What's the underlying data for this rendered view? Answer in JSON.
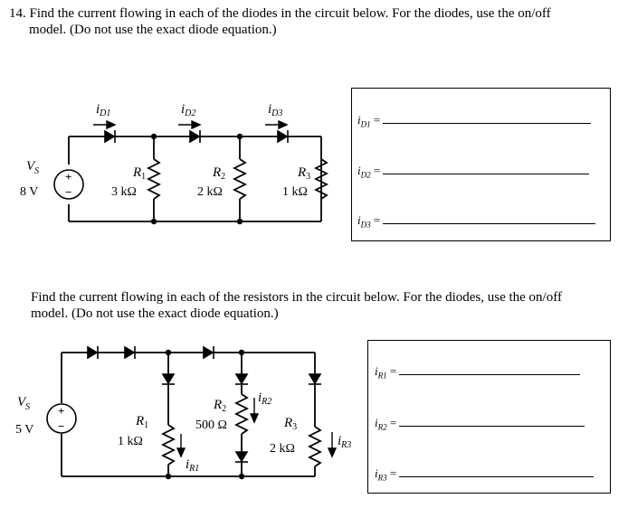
{
  "problem1": {
    "number": "14.",
    "text_line1": "Find the current flowing in each of the diodes in the circuit below.  For the diodes, use the on/off",
    "text_line2": "model.  (Do not use the exact diode equation.)",
    "circuit": {
      "source_label": "V",
      "source_sub": "S",
      "source_value": "8 V",
      "plus": "+",
      "minus": "−",
      "diode_labels": [
        {
          "sym": "i",
          "sub": "D1"
        },
        {
          "sym": "i",
          "sub": "D2"
        },
        {
          "sym": "i",
          "sub": "D3"
        }
      ],
      "resistors": [
        {
          "sym": "R",
          "sub": "1",
          "value": "3 kΩ"
        },
        {
          "sym": "R",
          "sub": "2",
          "value": "2 kΩ"
        },
        {
          "sym": "R",
          "sub": "3",
          "value": "1 kΩ"
        }
      ]
    },
    "answers": [
      {
        "label": "i",
        "sub": "D1",
        "eq": " ="
      },
      {
        "label": "i",
        "sub": "D2",
        "eq": " ="
      },
      {
        "label": "i",
        "sub": "D3",
        "eq": " ="
      }
    ]
  },
  "problem2": {
    "text_line1": "Find the current flowing in each of the resistors in the circuit below.  For the diodes, use the on/off",
    "text_line2": "model.  (Do not use the exact diode equation.)",
    "circuit": {
      "source_label": "V",
      "source_sub": "S",
      "source_value": "5 V",
      "plus": "+",
      "minus": "−",
      "resistors": [
        {
          "sym": "R",
          "sub": "1",
          "value": "1 kΩ"
        },
        {
          "sym": "R",
          "sub": "2",
          "value": "500 Ω"
        },
        {
          "sym": "R",
          "sub": "3",
          "value": "2 kΩ"
        }
      ],
      "current_labels": [
        {
          "sym": "i",
          "sub": "R1"
        },
        {
          "sym": "i",
          "sub": "R2"
        },
        {
          "sym": "i",
          "sub": "R3"
        }
      ]
    },
    "answers": [
      {
        "label": "i",
        "sub": "R1",
        "eq": " ="
      },
      {
        "label": "i",
        "sub": "R2",
        "eq": " ="
      },
      {
        "label": "i",
        "sub": "R3",
        "eq": " ="
      }
    ]
  }
}
